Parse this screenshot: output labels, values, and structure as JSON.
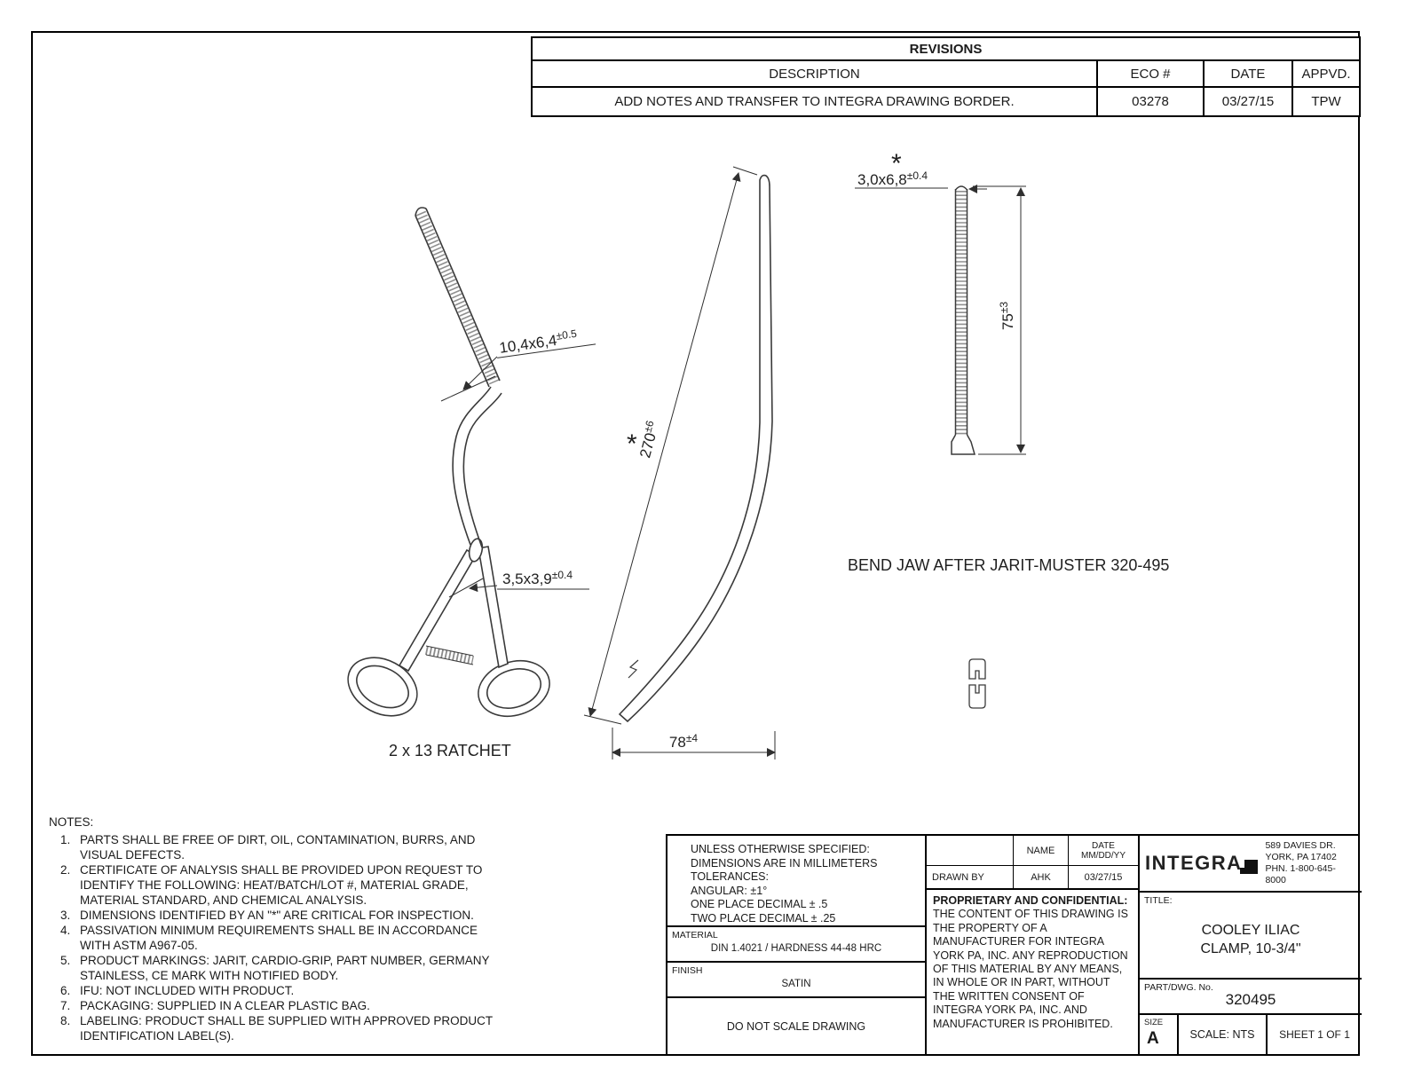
{
  "revisions": {
    "title": "REVISIONS",
    "col_description": "DESCRIPTION",
    "col_eco": "ECO #",
    "col_date": "DATE",
    "col_appvd": "APPVD.",
    "rows": [
      {
        "description": "ADD NOTES AND TRANSFER TO INTEGRA DRAWING BORDER.",
        "eco": "03278",
        "date": "03/27/15",
        "appvd": "TPW"
      }
    ]
  },
  "drawing": {
    "dims": {
      "jaw_tip_base": "10,4x6,4",
      "jaw_tip_tol": "±0.5",
      "shaft_base": "3,5x3,9",
      "shaft_tol": "±0.4",
      "length_base": "270",
      "length_tol": "±6",
      "width_base": "78",
      "width_tol": "±4",
      "jaw_profile_base": "3,0x6,8",
      "jaw_profile_tol": "±0.4",
      "jaw_len_base": "75",
      "jaw_len_tol": "±3"
    },
    "critical_marker": "*",
    "ratchet_label": "2 x 13 RATCHET",
    "bend_note": "BEND JAW AFTER JARIT-MUSTER 320-495"
  },
  "notes": {
    "title": "NOTES:",
    "items": [
      {
        "num": "1.",
        "text": "PARTS SHALL BE FREE OF DIRT, OIL, CONTAMINATION, BURRS, AND VISUAL DEFECTS."
      },
      {
        "num": "2.",
        "text": "CERTIFICATE OF ANALYSIS SHALL BE PROVIDED UPON REQUEST TO IDENTIFY THE FOLLOWING: HEAT/BATCH/LOT #, MATERIAL GRADE, MATERIAL STANDARD, AND CHEMICAL ANALYSIS."
      },
      {
        "num": "3.",
        "text": "DIMENSIONS IDENTIFIED BY AN \"*\" ARE CRITICAL FOR INSPECTION."
      },
      {
        "num": "4.",
        "text": "PASSIVATION MINIMUM REQUIREMENTS SHALL BE IN ACCORDANCE WITH ASTM A967-05."
      },
      {
        "num": "5.",
        "text": "PRODUCT MARKINGS: JARIT, CARDIO-GRIP, PART NUMBER, GERMANY STAINLESS, CE MARK WITH NOTIFIED BODY."
      },
      {
        "num": "6.",
        "text": "IFU: NOT INCLUDED WITH PRODUCT."
      },
      {
        "num": "7.",
        "text": "PACKAGING: SUPPLIED IN A CLEAR PLASTIC BAG."
      },
      {
        "num": "8.",
        "text": "LABELING: PRODUCT SHALL BE SUPPLIED WITH APPROVED PRODUCT IDENTIFICATION LABEL(S)."
      }
    ]
  },
  "title_block": {
    "tolerances": {
      "line1": "UNLESS OTHERWISE SPECIFIED:",
      "line2": "DIMENSIONS ARE IN MILLIMETERS",
      "line3": "TOLERANCES:",
      "line4": "ANGULAR: ±1°",
      "line5": "ONE PLACE DECIMAL ± .5",
      "line6": "TWO PLACE DECIMAL ± .25"
    },
    "material_label": "MATERIAL",
    "material_value": "DIN 1.4021 / HARDNESS 44-48 HRC",
    "finish_label": "FINISH",
    "finish_value": "SATIN",
    "do_not_scale": "DO NOT SCALE DRAWING",
    "name_header": "NAME",
    "date_header_line1": "DATE",
    "date_header_line2": "MM/DD/YY",
    "drawn_by_label": "DRAWN BY",
    "drawn_by_name": "AHK",
    "drawn_by_date": "03/27/15",
    "proprietary_title": "PROPRIETARY AND CONFIDENTIAL:",
    "proprietary_body": "THE CONTENT OF THIS DRAWING IS THE PROPERTY OF A MANUFACTURER FOR INTEGRA YORK PA, INC. ANY REPRODUCTION OF THIS MATERIAL BY ANY MEANS, IN WHOLE OR IN PART, WITHOUT THE WRITTEN CONSENT OF INTEGRA YORK PA, INC. AND MANUFACTURER IS PROHIBITED.",
    "company_name": "INTEGRA",
    "address_line1": "589 DAVIES DR.",
    "address_line2": "YORK, PA 17402",
    "address_line3": "PHN. 1-800-645-8000",
    "title_label": "TITLE:",
    "title_line1": "COOLEY ILIAC",
    "title_line2": "CLAMP, 10-3/4\"",
    "part_label": "PART/DWG. No.",
    "part_number": "320495",
    "size_label": "SIZE",
    "size_value": "A",
    "scale_text": "SCALE: NTS",
    "sheet_text": "SHEET 1 OF 1"
  }
}
